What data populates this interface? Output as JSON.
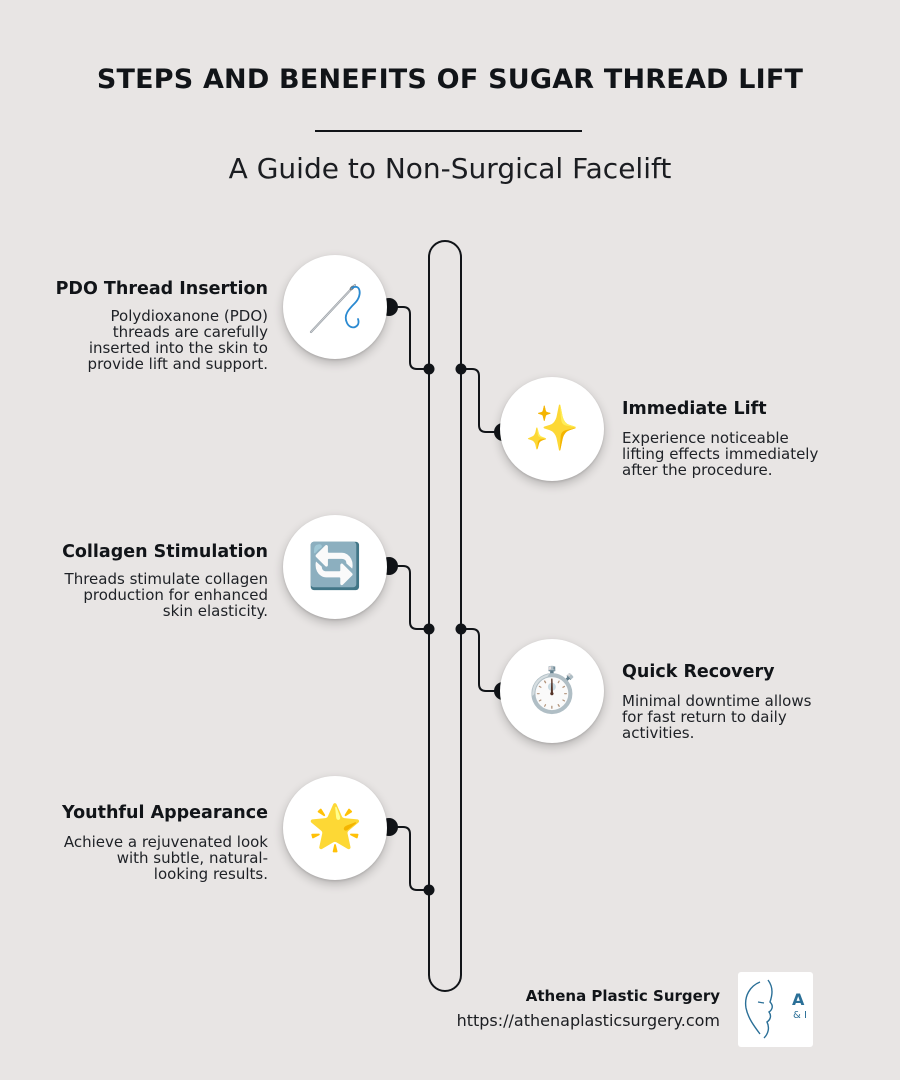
{
  "header": {
    "title": "STEPS AND BENEFITS OF SUGAR THREAD LIFT",
    "subtitle": "A Guide to Non-Surgical Facelift"
  },
  "steps": [
    {
      "title": "PDO Thread Insertion",
      "description_lines": [
        "Polydioxanone (PDO)",
        "threads are carefully",
        "inserted into the skin to",
        "provide lift and support."
      ],
      "icon": "needle-thread-icon"
    },
    {
      "title": "Immediate Lift",
      "description_lines": [
        "Experience noticeable",
        "lifting effects immediately",
        "after the procedure."
      ],
      "icon": "sparkles-icon",
      "icon_glyph": "✨"
    },
    {
      "title": "Collagen Stimulation",
      "description_lines": [
        "Threads stimulate collagen",
        "production for enhanced",
        "skin elasticity."
      ],
      "icon": "refresh-arrows-icon",
      "icon_glyph": "🔄"
    },
    {
      "title": "Quick Recovery",
      "description_lines": [
        "Minimal downtime allows",
        "for fast return to daily",
        "activities."
      ],
      "icon": "stopwatch-icon",
      "icon_glyph": "⏱️"
    },
    {
      "title": "Youthful Appearance",
      "description_lines": [
        "Achieve a rejuvenated look",
        "with subtle, natural-",
        "looking results."
      ],
      "icon": "glowing-star-icon",
      "icon_glyph": "🌟"
    }
  ],
  "footer": {
    "name": "Athena Plastic Surgery",
    "url": "https://athenaplasticsurgery.com",
    "logo_text": "A",
    "logo_subtext": "& I"
  },
  "colors": {
    "background": "#e8e5e4",
    "ink": "#111418",
    "logo_blue": "#2a6f97"
  }
}
